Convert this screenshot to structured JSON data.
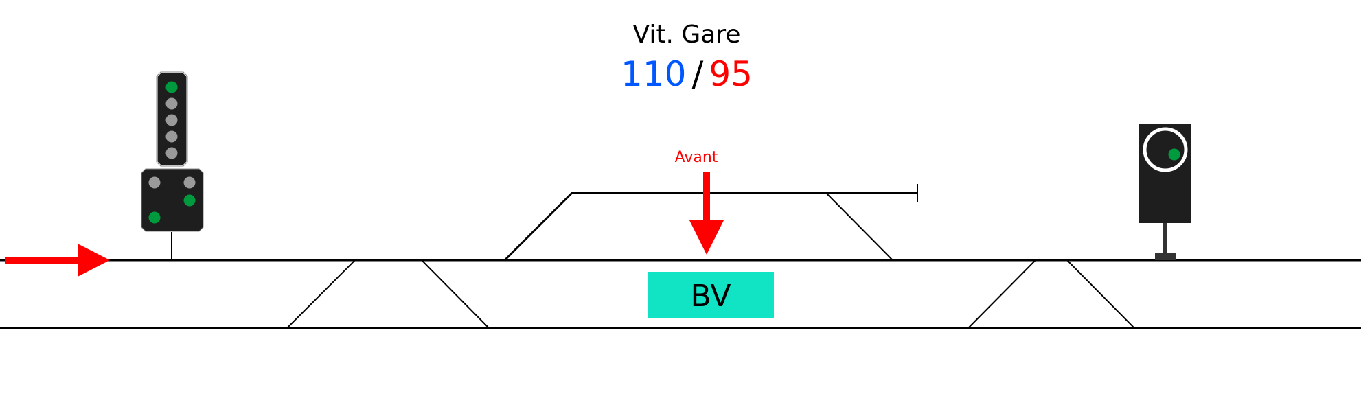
{
  "header": {
    "title": "Vit. Gare",
    "speed_primary": "110",
    "separator": "/",
    "speed_secondary": "95"
  },
  "annotations": {
    "avant_label": "Avant",
    "station_label": "BV"
  },
  "colors": {
    "primary_speed": "#0057ff",
    "secondary_speed": "#ff0000",
    "arrow": "#ff0000",
    "station_box": "#10e4c4",
    "signal_body": "#1e1e1e",
    "light_green": "#009a3e",
    "light_off": "#9a9a9a"
  },
  "signals": {
    "left_main": {
      "upper_lights": [
        "green",
        "off",
        "off",
        "off",
        "off"
      ],
      "lower_lights": [
        "off",
        "off",
        "green",
        "green"
      ]
    },
    "right_distant": {
      "light": "green"
    }
  }
}
